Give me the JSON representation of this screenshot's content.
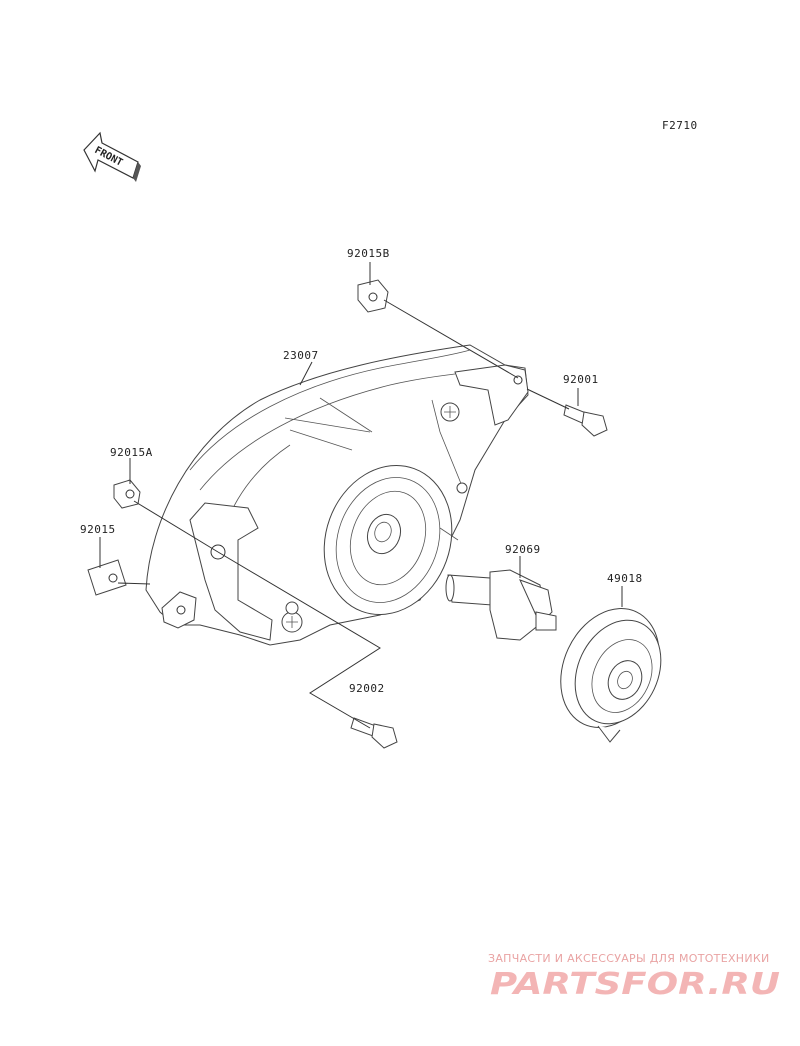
{
  "figure_code": "F2710",
  "front_arrow_text": "FRONT",
  "parts": {
    "p92015B": "92015B",
    "p23007": "23007",
    "p92001": "92001",
    "p92015A": "92015A",
    "p92015": "92015",
    "p92069": "92069",
    "p49018": "49018",
    "p92002": "92002"
  },
  "watermark": {
    "tagline": "ЗАПЧАСТИ И АКСЕССУАРЫ ДЛЯ МОТОТЕХНИКИ",
    "logo": "PARTSFOR.RU"
  }
}
